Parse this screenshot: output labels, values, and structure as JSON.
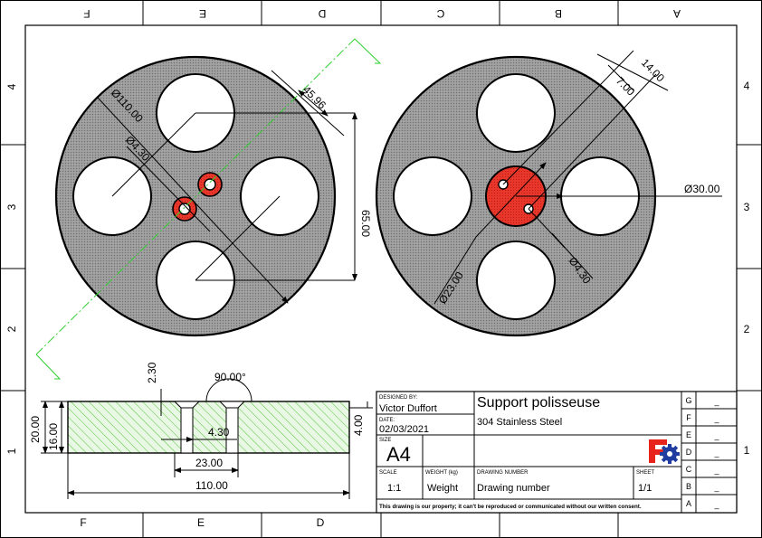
{
  "zones": {
    "columns": [
      "F",
      "E",
      "D",
      "C",
      "B",
      "A"
    ],
    "rows": [
      "4",
      "3",
      "2",
      "1"
    ]
  },
  "views": {
    "front_left": {
      "dims": [
        "Ø110.00",
        "Ø4.30",
        "45.96",
        "65.00"
      ]
    },
    "front_right": {
      "dims": [
        "14.00",
        "7.00",
        "Ø30.00",
        "Ø23.00",
        "Ø4.30"
      ]
    },
    "section": {
      "dims": [
        "2.30",
        "90.00°",
        "20.00",
        "16.00",
        "4.00",
        "4.30",
        "23.00",
        "110.00"
      ]
    }
  },
  "title_block": {
    "designed_by_label": "DESIGNED BY:",
    "designed_by": "Victor Duffort",
    "date_label": "DATE:",
    "date": "02/03/2021",
    "size_label": "SIZE",
    "size": "A4",
    "title": "Support polisseuse",
    "material": "304 Stainless Steel",
    "scale_label": "SCALE",
    "scale": "1:1",
    "weight_label": "WEIGHT (kg)",
    "weight": "Weight",
    "drawing_number_label": "DRAWING NUMBER",
    "drawing_number": "Drawing number",
    "sheet_label": "SHEET",
    "sheet": "1/1",
    "notice": "This drawing is our property; it can't be reproduced or communicated without our written consent.",
    "revisions": [
      "G",
      "F",
      "E",
      "D",
      "C",
      "B",
      "A"
    ],
    "revision_value": "_"
  },
  "colors": {
    "part_fill": "#9a9a9a",
    "highlight": "#e8362b",
    "section_hatch": "#55c23a",
    "center_line": "#2fcf2f",
    "logo_red": "#e8231b",
    "logo_blue": "#1f3c9e"
  }
}
